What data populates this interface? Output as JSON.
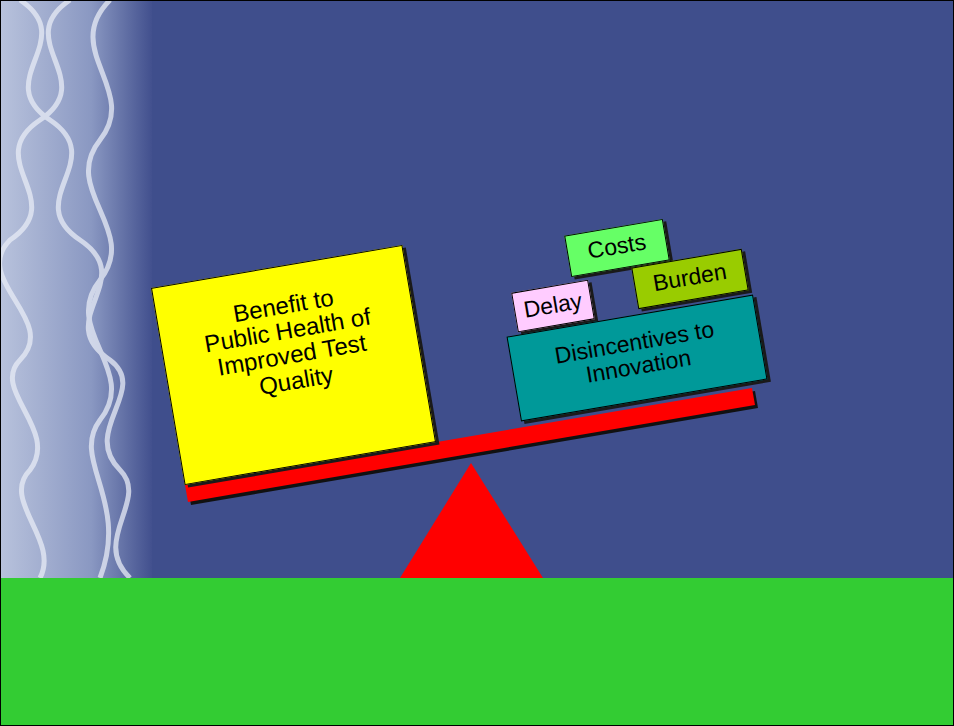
{
  "diagram": {
    "nodes": [
      {
        "text": [
          "Benefit to Public Health of Improved Test Quality"
        ]
      },
      {
        "text": [
          "Costs"
        ]
      },
      {
        "text": [
          "Delay"
        ]
      },
      {
        "text": [
          "Burden"
        ]
      },
      {
        "text": [
          "Disincentives to Innovation"
        ]
      }
    ]
  }
}
